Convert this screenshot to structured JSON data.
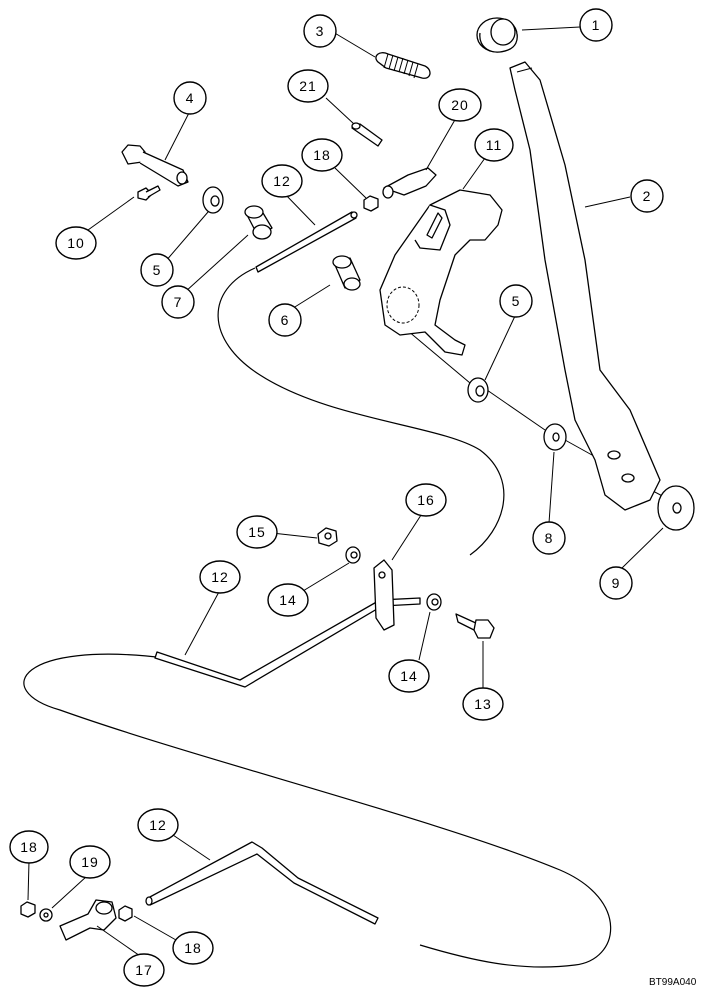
{
  "callouts": [
    {
      "id": "c1",
      "label": "1"
    },
    {
      "id": "c2",
      "label": "2"
    },
    {
      "id": "c3",
      "label": "3"
    },
    {
      "id": "c4",
      "label": "4"
    },
    {
      "id": "c5a",
      "label": "5"
    },
    {
      "id": "c5b",
      "label": "5"
    },
    {
      "id": "c6",
      "label": "6"
    },
    {
      "id": "c7",
      "label": "7"
    },
    {
      "id": "c8",
      "label": "8"
    },
    {
      "id": "c9",
      "label": "9"
    },
    {
      "id": "c10",
      "label": "10"
    },
    {
      "id": "c11",
      "label": "11"
    },
    {
      "id": "c12a",
      "label": "12"
    },
    {
      "id": "c12b",
      "label": "12"
    },
    {
      "id": "c12c",
      "label": "12"
    },
    {
      "id": "c13",
      "label": "13"
    },
    {
      "id": "c14a",
      "label": "14"
    },
    {
      "id": "c14b",
      "label": "14"
    },
    {
      "id": "c15",
      "label": "15"
    },
    {
      "id": "c16",
      "label": "16"
    },
    {
      "id": "c17",
      "label": "17"
    },
    {
      "id": "c18a",
      "label": "18"
    },
    {
      "id": "c18b",
      "label": "18"
    },
    {
      "id": "c18c",
      "label": "18"
    },
    {
      "id": "c19",
      "label": "19"
    },
    {
      "id": "c20",
      "label": "20"
    },
    {
      "id": "c21",
      "label": "21"
    }
  ],
  "figure_code": "BT99A040"
}
